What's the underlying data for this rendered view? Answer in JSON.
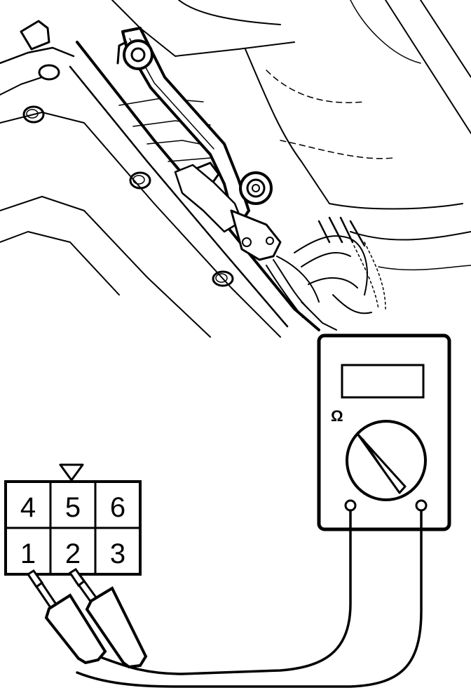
{
  "meter": {
    "unit_symbol": "Ω"
  },
  "connector": {
    "pins_top": [
      "4",
      "5",
      "6"
    ],
    "pins_bottom": [
      "1",
      "2",
      "3"
    ]
  },
  "colors": {
    "ink": "#000000",
    "paper": "#ffffff"
  }
}
